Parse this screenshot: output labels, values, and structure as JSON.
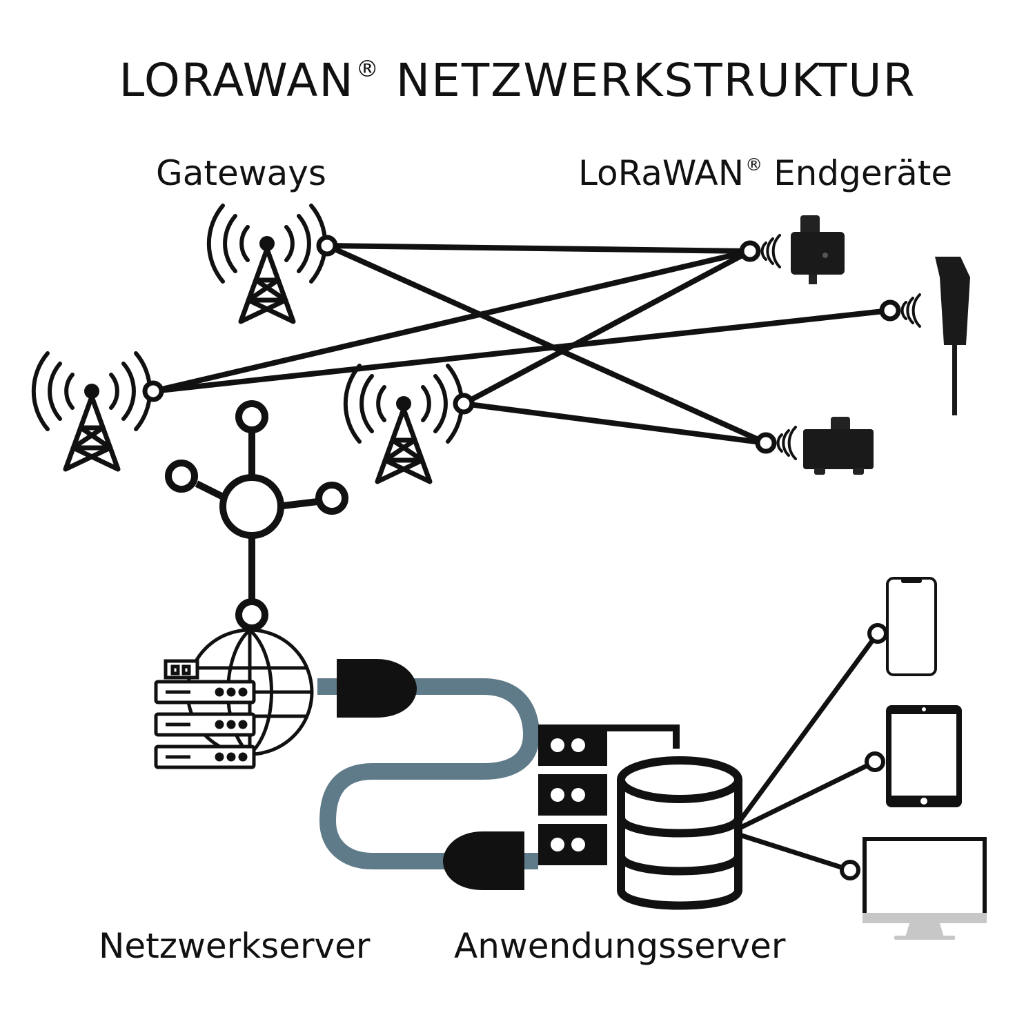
{
  "title": {
    "text": "LORAWAN",
    "mark": "®",
    "suffix": " NETZWERKSTRUKTUR"
  },
  "labels": {
    "gateways": "Gateways",
    "devices": {
      "text": "LoRaWAN",
      "mark": "®",
      "suffix": " Endgeräte"
    },
    "network_server": "Netzwerkserver",
    "application_server": "Anwendungsserver"
  },
  "colors": {
    "ink": "#111111",
    "cable": "#5f7b8a",
    "device": "#1a1a1a",
    "screen_frame": "#c7c7c7"
  },
  "icons": [
    "gateway-tower-icon",
    "hub-network-icon",
    "server-globe-icon",
    "cable-icon",
    "database-icon",
    "sensor-device-icon",
    "smartphone-icon",
    "tablet-icon",
    "monitor-icon"
  ]
}
